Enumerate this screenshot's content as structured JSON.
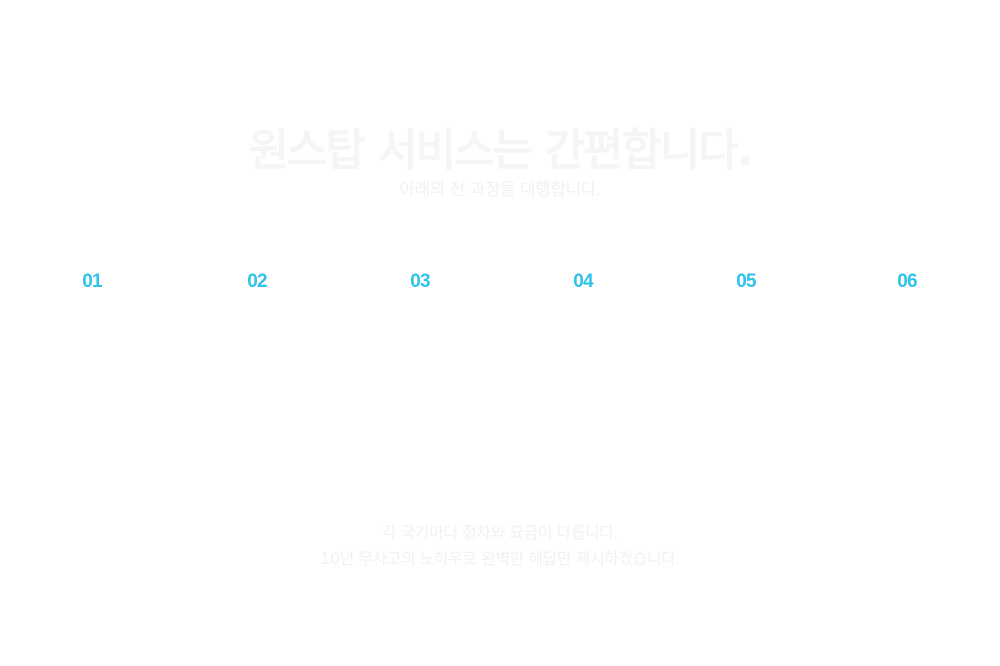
{
  "hero": {
    "title": "원스탑 서비스는 간편합니다.",
    "subtitle": "아래의 전 과정을 대행합니다."
  },
  "steps": [
    {
      "number": "01"
    },
    {
      "number": "02"
    },
    {
      "number": "03"
    },
    {
      "number": "04"
    },
    {
      "number": "05"
    },
    {
      "number": "06"
    }
  ],
  "footer": {
    "line1": "각 국가마다 절차와 요금이 다릅니다.",
    "line2": "10년 무사고의 노하우로 완벽한 해답만 제시하겠습니다."
  },
  "colors": {
    "step_accent": "#2fc3ec",
    "faded_text": "#f1f1f1",
    "background": "#ffffff"
  }
}
